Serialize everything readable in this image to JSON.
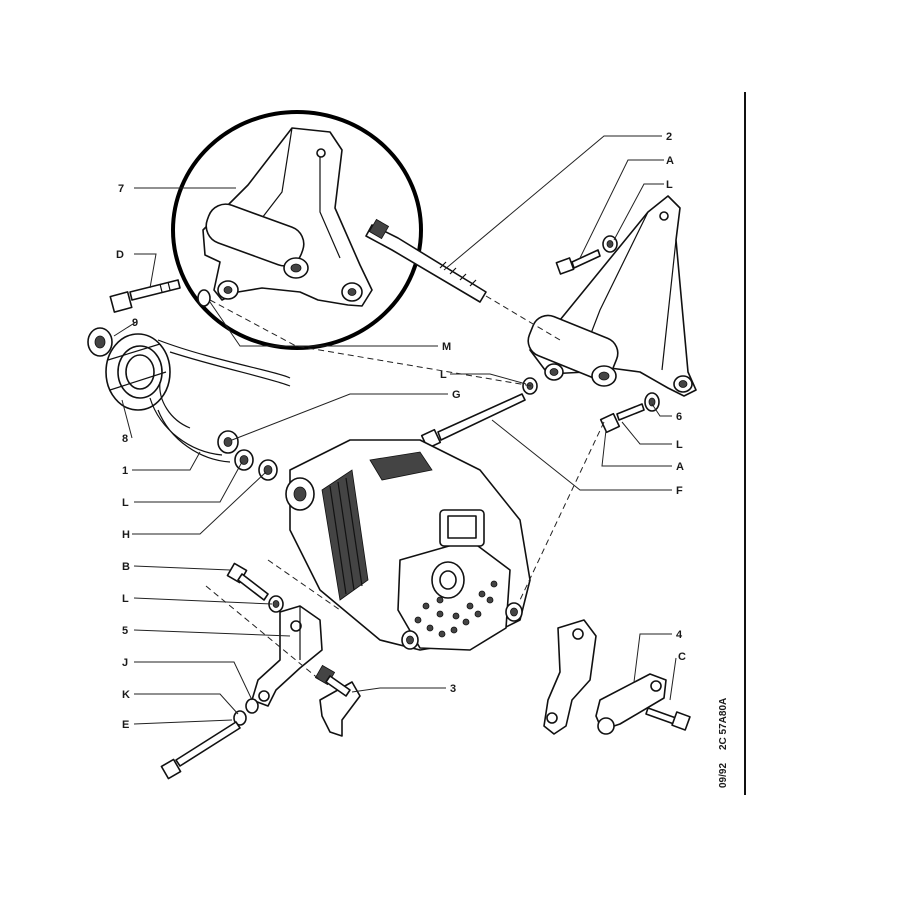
{
  "diagram": {
    "part_labels": {
      "p2": "2",
      "A_top": "A",
      "L_top": "L",
      "p7": "7",
      "D": "D",
      "p9": "9",
      "M": "M",
      "L_mid": "L",
      "G": "G",
      "p8": "8",
      "p1": "1",
      "L_left": "L",
      "H": "H",
      "p6": "6",
      "L_right": "L",
      "A_right": "A",
      "F": "F",
      "B": "B",
      "L_low": "L",
      "p5": "5",
      "J": "J",
      "K": "K",
      "E": "E",
      "p3": "3",
      "p4": "4",
      "C": "C"
    },
    "side_codes": {
      "date": "09/92",
      "ref": "2C 57A80A"
    }
  },
  "colors": {
    "ink": "#111111",
    "paper": "#ffffff"
  }
}
